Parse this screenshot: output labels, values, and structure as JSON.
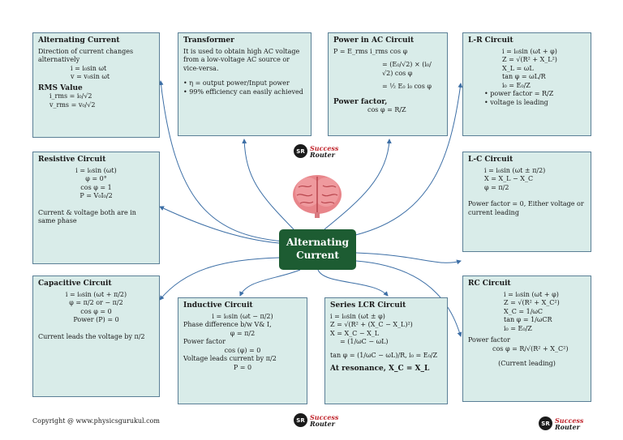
{
  "center": {
    "line1": "Alternating",
    "line2": "Current"
  },
  "brand": {
    "initials": "SR",
    "word1": "Success",
    "word2": "Router"
  },
  "copyright": "Copyright @ www.physicsgurukul.com",
  "alternating_current": {
    "title": "Alternating Current",
    "desc": "Direction of current changes alternatively",
    "eq1": "i = i₀sin ωt",
    "eq2": "v = v₀sin ωt",
    "rms_title": "RMS Value",
    "rms1": "i_rms = i₀/√2",
    "rms2": "v_rms = v₀/√2"
  },
  "transformer": {
    "title": "Transformer",
    "desc": "It is used to obtain high AC voltage from a low-voltage AC source or vice-versa.",
    "b1": "η  = output power/Input power",
    "b2": "99%  efficiency can easily achieved"
  },
  "power_ac": {
    "title": "Power in AC Circuit",
    "eq1": "P = E_rms i_rms cos φ",
    "eq2": "= (E₀/√2) × (i₀/√2) cos φ",
    "eq3": "= ½ E₀ i₀ cos φ",
    "pf_title": "Power factor,",
    "pf_eq": "cos φ  = R/Z"
  },
  "lr": {
    "title": "L-R Circuit",
    "eq1": "i = i₀sin (ωt + φ)",
    "eq2": "Z = √(R² + X_L²)",
    "eq3": "X_L = ωL",
    "eq4": "tan φ = ωL/R",
    "eq5": "i₀ = E₀/Z",
    "b1": "power factor  = R/Z",
    "b2": "voltage is leading"
  },
  "resistive": {
    "title": "Resistive Circuit",
    "eq1": "i = i₀sin (ωt)",
    "eq2": "φ = 0°",
    "eq3": "cos φ = 1",
    "eq4": "P = V₀I₀/2",
    "note": "Current & voltage both are in same phase"
  },
  "lc": {
    "title": "L-C Circuit",
    "eq1": "i = i₀sin (ωt ± π/2)",
    "eq2": "X = X_L − X_C",
    "eq3": "φ = π/2",
    "note": "Power factor  = 0, Either voltage or current leading"
  },
  "capacitive": {
    "title": "Capacitive Circuit",
    "eq1": "i = i₀sin (ωt + π/2)",
    "eq2": "φ = π/2 or  − π/2",
    "eq3": "cos φ = 0",
    "eq4": "Power (P) = 0",
    "note": "Current leads the voltage by  π/2"
  },
  "inductive": {
    "title": "Inductive Circuit",
    "eq1": "i = i₀sin (ωt − π/2)",
    "line1": "Phase difference  b/w  V& I,",
    "eq2": "φ = π/2",
    "pf_title": "Power factor",
    "eq3": "cos (φ)  = 0",
    "line2": "Voltage leads current by  π/2",
    "eq4": "P  = 0"
  },
  "lcr": {
    "title": "Series LCR Circuit",
    "eq1": "i = i₀sin (ωt ± φ)",
    "eq2": "Z = √(R² + (X_C − X_L)²)",
    "eq3": "X = X_C − X_L",
    "eq4": "= (1/ωC − ωL)",
    "eq5": "tan φ = (1/ωC − ωL)/R, i₀ = E₀/Z",
    "resonance": "At resonance,  X_C = X_L"
  },
  "rc": {
    "title": "RC Circuit",
    "eq1": "i = i₀sin (ωt + φ)",
    "eq2": "Z = √(R² + X_C²)",
    "eq3": "X_C = 1/ωC",
    "eq4": "tan φ = 1/ωCR",
    "eq5": "i₀ = E₀/Z",
    "pf_title": "Power factor",
    "pf_eq": "cos φ = R/√(R² + X_C²)",
    "note": "(Current leading)"
  },
  "colors": {
    "card_bg": "#d9ece9",
    "card_border": "#5a7f96",
    "center_bg": "#1d5c32",
    "wire": "#3d6fa6",
    "brand_red": "#c0262d"
  }
}
